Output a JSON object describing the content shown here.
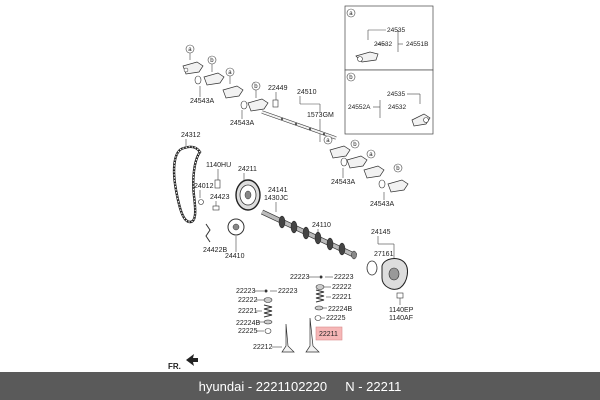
{
  "inset_a": {
    "tag": "a",
    "labels": [
      "24535",
      "24532",
      "24551B"
    ]
  },
  "inset_b": {
    "tag": "b",
    "labels": [
      "24535",
      "24552A",
      "24532"
    ]
  },
  "parts": {
    "p24543A_1": "24543A",
    "p24543A_2": "24543A",
    "p24543A_3": "24543A",
    "p24543A_4": "24543A",
    "p22449": "22449",
    "p24510": "24510",
    "p1573GM": "1573GM",
    "p24312": "24312",
    "p1140HU": "1140HU",
    "p24211": "24211",
    "p24012": "24012",
    "p24423": "24423",
    "p24141": "24141",
    "p1430JC": "1430JC",
    "p24110": "24110",
    "p24422B": "24422B",
    "p24410": "24410",
    "p24145": "24145",
    "p27161": "27161",
    "p1140EP": "1140EP",
    "p1140AF": "1140AF",
    "v22223a": "22223",
    "v22223b": "22223",
    "v22223c": "22223",
    "v22223d": "22223",
    "v22222a": "22222",
    "v22222b": "22222",
    "v22221a": "22221",
    "v22221b": "22221",
    "v22224Ba": "22224B",
    "v22224Bb": "22224B",
    "v22225a": "22225",
    "v22225b": "22225",
    "v22211": "22211",
    "v22212": "22212"
  },
  "bubbles": {
    "a": "a",
    "b": "b"
  },
  "direction": "FR.",
  "footer": {
    "brand": "hyundai",
    "part_number": "2221102220",
    "ref": "N - 22211"
  },
  "colors": {
    "highlight_fill": "#f6b7b7",
    "highlight_stroke": "#d98a8a",
    "footer_bg": "#5a5a5a"
  }
}
